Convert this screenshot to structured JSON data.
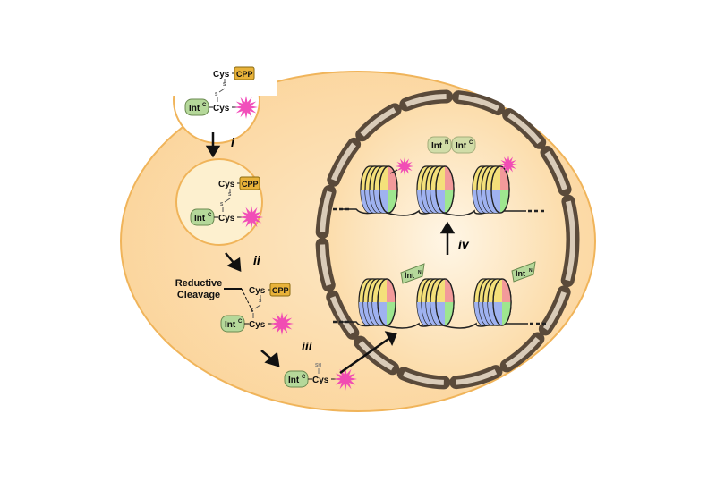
{
  "labels": {
    "cys": "Cys",
    "cpp": "CPP",
    "int": "Int",
    "sup_c": "C",
    "sup_n": "N",
    "s": "S",
    "sh": "SH",
    "reductive_1": "Reductive",
    "reductive_2": "Cleavage"
  },
  "steps": [
    "i",
    "ii",
    "iii",
    "iv"
  ],
  "colors": {
    "cytoplasm": "#fbd9a3",
    "membrane": "#f0b45a",
    "envelope": "#5a4a3a",
    "int_tag": "#b5d89a",
    "cpp_tag": "#e8b23a",
    "cargo": "#f03cb4",
    "histone": [
      "#f4e07a",
      "#9fb2f0",
      "#f29a9a",
      "#9ee68f"
    ]
  }
}
